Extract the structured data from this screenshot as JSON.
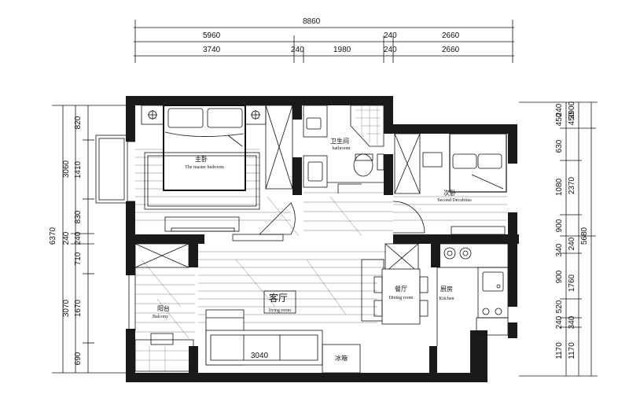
{
  "top_dimensions": {
    "total": "8860",
    "row2": [
      "5960",
      "240",
      "2660"
    ],
    "row3": [
      "3740",
      "240",
      "1980",
      "240",
      "2660"
    ]
  },
  "left_dimensions": {
    "total": "6370",
    "group": [
      "3060",
      "240",
      "3070"
    ],
    "detail": [
      "820",
      "1410",
      "830",
      "240",
      "710",
      "1670",
      "690"
    ]
  },
  "right_dimensions": {
    "total": "5680",
    "group": [
      "3900",
      "450",
      "2370",
      "240",
      "1760",
      "340",
      "1170"
    ],
    "detail": [
      "240",
      "450",
      "630",
      "1080",
      "900",
      "340",
      "900",
      "520",
      "240",
      "1170"
    ]
  },
  "rooms": {
    "master_bedroom": {
      "cn": "主卧",
      "en": "The master bedroom"
    },
    "bathroom": {
      "cn": "卫生间",
      "en": "bathroom"
    },
    "second_bedroom": {
      "cn": "次卧",
      "en": "Second Decubitus"
    },
    "living_room": {
      "cn": "客厅",
      "en": "living room"
    },
    "balcony": {
      "cn": "阳台",
      "en": "Balcony"
    },
    "dining_room": {
      "cn": "餐厅",
      "en": "Dining room"
    },
    "kitchen": {
      "cn": "厨房",
      "en": "Kitchen"
    }
  },
  "labels": {
    "sofa_width": "3040",
    "fridge": "冰箱"
  }
}
